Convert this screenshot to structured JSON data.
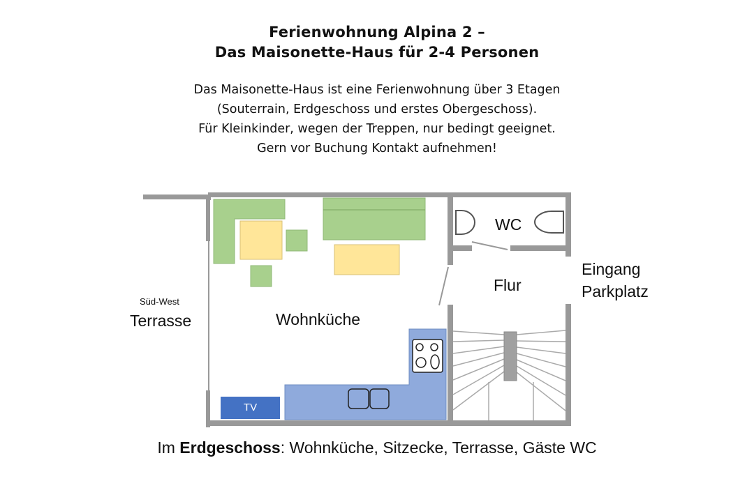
{
  "header": {
    "title_line1": "Ferienwohnung Alpina 2 –",
    "title_line2": "Das Maisonette-Haus für 2-4 Personen"
  },
  "description": {
    "line1": "Das Maisonette-Haus ist eine Ferienwohnung über 3 Etagen",
    "line2": "(Souterrain, Erdgeschoss und erstes Obergeschoss).",
    "line3": "Für Kleinkinder, wegen der Treppen, nur bedingt geeignet.",
    "line4": "Gern vor Buchung Kontakt aufnehmen!"
  },
  "floorplan": {
    "labels": {
      "sued_west": "Süd-West",
      "terrasse": "Terrasse",
      "wohnkueche": "Wohnküche",
      "wc": "WC",
      "flur": "Flur",
      "eingang": "Eingang",
      "parkplatz": "Parkplatz",
      "tv": "TV"
    },
    "colors": {
      "wall": "#999999",
      "sofa_green": "#a8d08d",
      "table_yellow": "#ffe699",
      "kitchen_blue": "#8faadc",
      "tv_blue": "#4472c4",
      "outline": "#555555"
    }
  },
  "footer": {
    "prefix": "Im ",
    "bold": "Erdgeschoss",
    "suffix": ": Wohnküche, Sitzecke, Terrasse, Gäste WC"
  }
}
